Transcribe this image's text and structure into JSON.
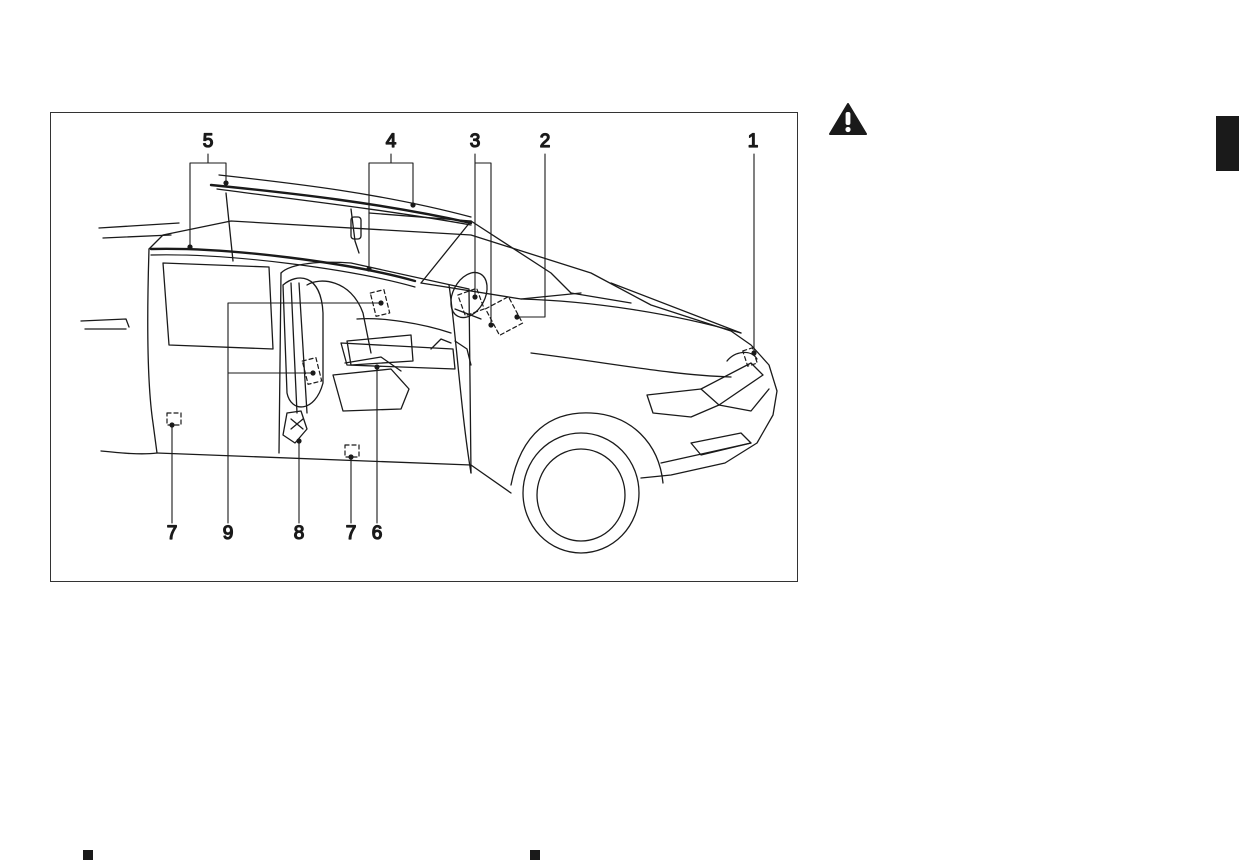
{
  "figure": {
    "callouts": {
      "c1": "1",
      "c2": "2",
      "c3": "3",
      "c4": "4",
      "c5": "5",
      "c6": "6",
      "c7a": "7",
      "c7b": "7",
      "c8": "8",
      "c9": "9"
    }
  },
  "icons": {
    "warning": "warning-triangle-icon",
    "chapter_tab": "chapter-tab",
    "bullet": "section-bullet"
  },
  "colors": {
    "ink": "#1a1a1a",
    "frame": "#333333",
    "page": "#ffffff"
  }
}
